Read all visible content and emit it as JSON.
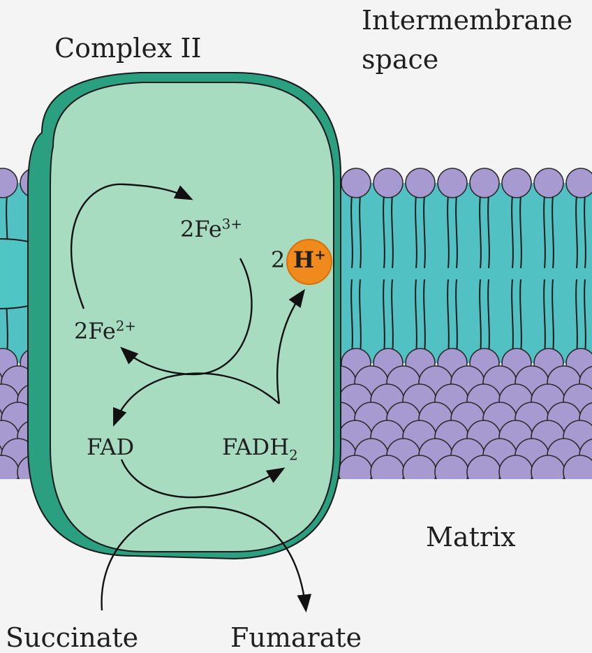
{
  "labels": {
    "intermembrane": "Intermembrane\nspace",
    "intermembrane_line1": "Intermembrane",
    "intermembrane_line2": "space",
    "complex": "Complex II",
    "matrix": "Matrix",
    "succinate": "Succinate",
    "fumarate": "Fumarate",
    "fe3_base": "2Fe",
    "fe3_charge": "3+",
    "fe2_base": "2Fe",
    "fe2_charge": "2+",
    "fad": "FAD",
    "fadh2_base": "FADH",
    "fadh2_sub": "2",
    "h_count": "2",
    "h_symbol": "H",
    "h_charge": "+"
  },
  "colors": {
    "background": "#f4f4f4",
    "protein_fill": "#a8dcc0",
    "protein_rim": "#2aa080",
    "lipid_head": "#a79ad0",
    "lipid_tail_band": "#52c1c3",
    "proton": "#f08a1c",
    "ink": "#1a1a1a"
  }
}
